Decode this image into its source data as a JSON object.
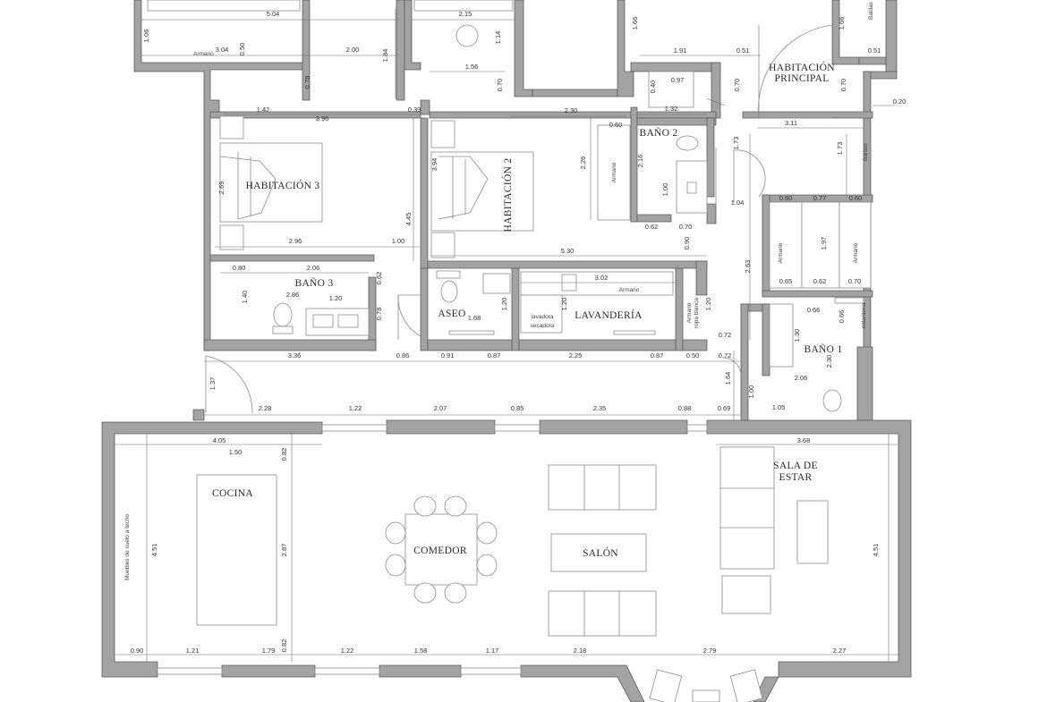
{
  "rooms": {
    "principal_line1": "HABITACIÓN",
    "principal_line2": "PRINCIPAL",
    "hab2": "HABITACIÓN 2",
    "hab3": "HABITACIÓN 3",
    "bano1": "BAÑO 1",
    "bano2": "BAÑO 2",
    "bano3": "BAÑO 3",
    "aseo": "ASEO",
    "lavanderia": "LAVANDERÍA",
    "cocina": "COCINA",
    "comedor": "COMEDOR",
    "salon": "SALÓN",
    "sala_line1": "SALA DE",
    "sala_line2": "ESTAR"
  },
  "labels": {
    "armario": "Armario",
    "baldas": "Baldas",
    "estanteria": "estantería",
    "lavadora_line1": "lavadora",
    "lavadora_line2": "secadora",
    "armario_ropa_line1": "Armario",
    "armario_ropa_line2": "ropa blanca",
    "muebles": "Muebles de suelo a techo"
  },
  "dims": {
    "d504": "5.04",
    "d215": "2.15",
    "d166": "1.66",
    "d191": "1.91",
    "d051": "0.51",
    "d106": "1.06",
    "d304": "3.04",
    "d050": "0.50",
    "d200": "2.00",
    "d184": "1.84",
    "d114": "1.14",
    "d156": "1.56",
    "d078": "0.78",
    "d070": "0.70",
    "d040": "0.40",
    "d097": "0.97",
    "d132": "1.32",
    "d020": "0.20",
    "d311": "3.11",
    "d142": "1.42",
    "d396": "3.96",
    "d039": "0.39",
    "d230": "2.30",
    "d060": "0.60",
    "d226": "2.26",
    "d216": "2.16",
    "d173": "1.73",
    "d269": "2.69",
    "d394": "3.94",
    "d100": "1.00",
    "d104": "1.04",
    "d077": "0.77",
    "d445": "4.45",
    "d062": "0.62",
    "d090": "0.90",
    "d197": "1.97",
    "d296": "2.96",
    "d530": "5.30",
    "d263": "2.63",
    "d080": "0.80",
    "d206": "2.06",
    "d302": "3.02",
    "d065": "0.65",
    "d286": "2.86",
    "d120": "1.20",
    "d140": "1.40",
    "d168": "1.68",
    "d066": "0.66",
    "d130": "1.30",
    "d072": "0.72",
    "d336": "3.36",
    "d086": "0.86",
    "d091": "0.91",
    "d087": "0.87",
    "d225": "2.25",
    "d137": "1.37",
    "d164": "1.64",
    "d228": "2.28",
    "d122": "1.22",
    "d207": "2.07",
    "d085": "0.85",
    "d235": "2.35",
    "d088": "0.88",
    "d069": "0.69",
    "d405": "4.05",
    "d150": "1.50",
    "d082": "0.82",
    "d368": "3.68",
    "d451": "4.51",
    "d287": "2.87",
    "d121": "1.21",
    "d179": "1.79",
    "d158": "1.58",
    "d117": "1.17",
    "d218": "2.18",
    "d279": "2.79",
    "d227": "2.27",
    "d105": "1.05"
  },
  "colors": {
    "wall": "#a3a3a3",
    "line": "#6f6f6f",
    "text": "#2a2a2a"
  }
}
